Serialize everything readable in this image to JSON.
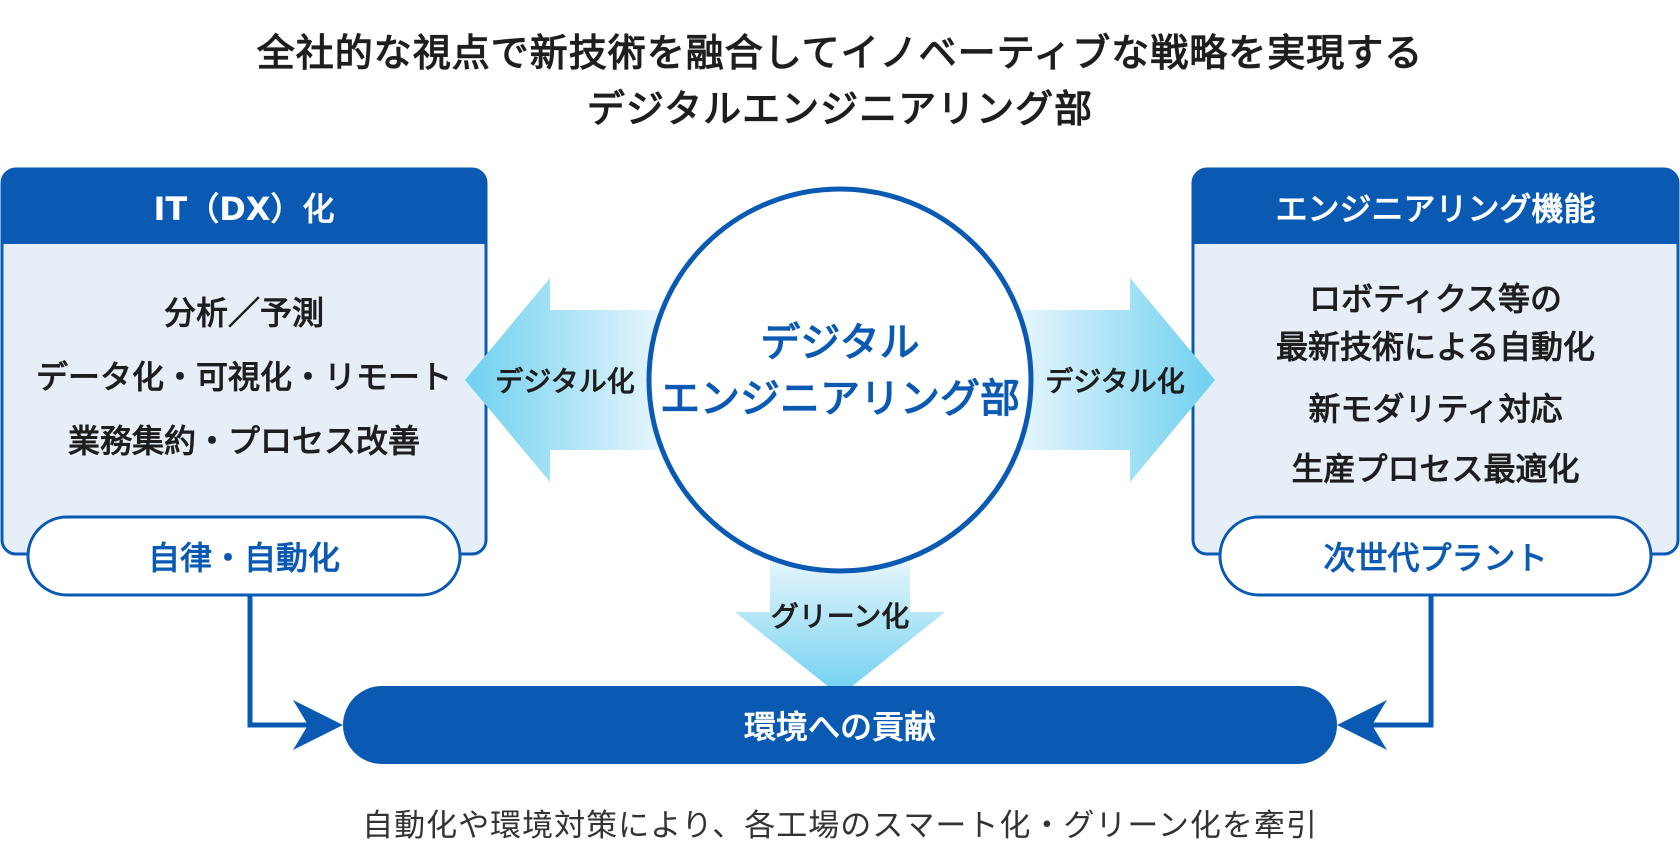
{
  "title": {
    "line1": "全社的な視点で新技術を融合してイノベーティブな戦略を実現する",
    "line2": "デジタルエンジニアリング部"
  },
  "left_panel": {
    "header": "IT（DX）化",
    "items": [
      "分析／予測",
      "データ化・可視化・リモート",
      "業務集約・プロセス改善"
    ],
    "pill": "自律・自動化"
  },
  "right_panel": {
    "header": "エンジニアリング機能",
    "items": [
      "ロボティクス等の",
      "最新技術による自動化",
      "新モダリティ対応",
      "生産プロセス最適化"
    ],
    "pill": "次世代プラント"
  },
  "center": {
    "line1": "デジタル",
    "line2": "エンジニアリング部"
  },
  "arrows": {
    "left_label": "デジタル化",
    "right_label": "デジタル化",
    "down_label": "グリーン化"
  },
  "bottom_bar": {
    "label": "環境への貢献"
  },
  "footnote": "自動化や環境対策により、各工場のスマート化・グリーン化を牽引",
  "colors": {
    "primary": "#0a5ab4",
    "panel_bg": "#e6eff8",
    "arrow_light": "#e8f6fd",
    "arrow_dark": "#6fd0f0"
  }
}
